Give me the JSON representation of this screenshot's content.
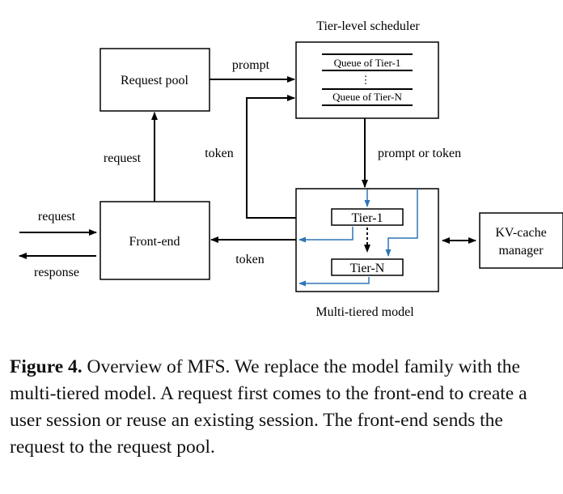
{
  "diagram": {
    "tier_scheduler_label": "Tier-level scheduler",
    "queue_first": "Queue of Tier-1",
    "queue_dots": "⋮",
    "queue_last": "Queue of Tier-N",
    "request_pool": "Request pool",
    "frontend": "Front-end",
    "model_label": "Multi-tiered model",
    "tier_first": "Tier-1",
    "tier_last": "Tier-N",
    "kv_line1": "KV-cache",
    "kv_line2": "manager",
    "edge_prompt": "prompt",
    "edge_request_up": "request",
    "edge_token_back": "token",
    "edge_prompt_or_token": "prompt or token",
    "edge_request_in": "request",
    "edge_response_out": "response",
    "edge_token_out": "token",
    "colors": {
      "line": "#000000",
      "tier_flow": "#2e75b6"
    }
  },
  "caption": {
    "figure_label": "Figure 4.",
    "text": " Overview of MFS. We replace the model family with the multi-tiered model. A request first comes to the front-end to create a user session or reuse an existing session. The front-end sends the request to the request pool."
  }
}
